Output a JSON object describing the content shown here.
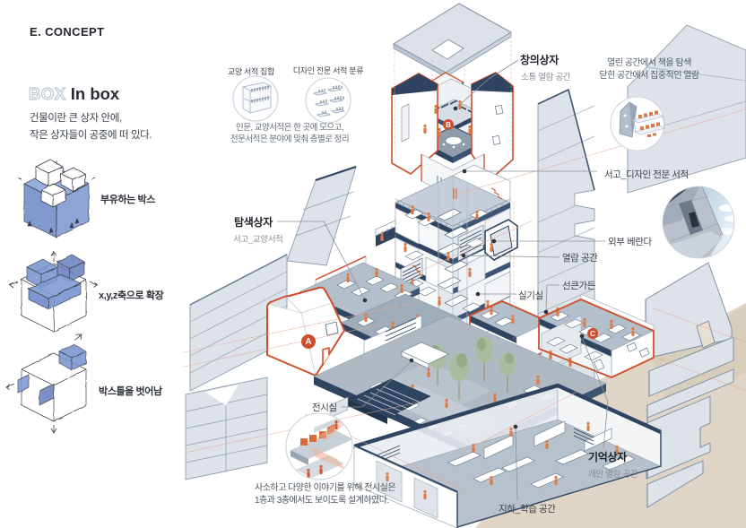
{
  "header": {
    "section_title": "E. CONCEPT"
  },
  "concept": {
    "title_outline": "BOX",
    "title_rest": " In box",
    "description_line1": "건물이란 큰 상자 안에,",
    "description_line2": "작은 상자들이 공중에 떠 있다.",
    "sketches": [
      {
        "label": "부유하는 박스"
      },
      {
        "label": "x,y,z축으로 확장"
      },
      {
        "label": "박스틀을 벗어남"
      }
    ]
  },
  "shelf_annotations": {
    "icon1_label": "교양 서적 집합",
    "icon2_label": "디자인 전문 서적 분류",
    "caption_line1": "인문, 교양서적은 한 곳에 모으고,",
    "caption_line2": "전문서적은 분야에 맞춰 층별로 정리"
  },
  "boxes": {
    "creative": {
      "title": "창의상자",
      "subtitle": "소통 열람 공간",
      "badge": "B"
    },
    "search": {
      "title": "탐색상자",
      "subtitle": "서고_교양서적",
      "badge": "A"
    },
    "memory": {
      "title": "기억상자",
      "subtitle": "개인 열람 공간",
      "badge": "C"
    }
  },
  "annotations": {
    "open_note_line1": "열린 공간에서 책을 탐색",
    "open_note_line2": "닫힌 공간에서 집중적인 열람",
    "stack_design_label": "서고_디자인 전문 서적",
    "veranda_label": "외부 베란다",
    "reading_label": "열람 공간",
    "sunken_garden_label": "선큰가든",
    "studio_label": "실기실",
    "exhibition_label": "전시실",
    "basement_label": "지하_학습 공간",
    "exhibit_note_line1": "사소하고 다양한 이야기를 위해 전시실은",
    "exhibit_note_line2": "1층과 3층에서도 보이도록 설계하였다."
  },
  "colors": {
    "panel_fill": "#dde3e9",
    "panel_stroke": "#8b9cae",
    "navy": "#2f4460",
    "accent_orange": "#cf4e2b",
    "people_orange": "#dd7a48",
    "pink_line": "#e5a28e",
    "ground_beige": "#ded5c6",
    "sketch_blue": "#6c8fcd"
  }
}
